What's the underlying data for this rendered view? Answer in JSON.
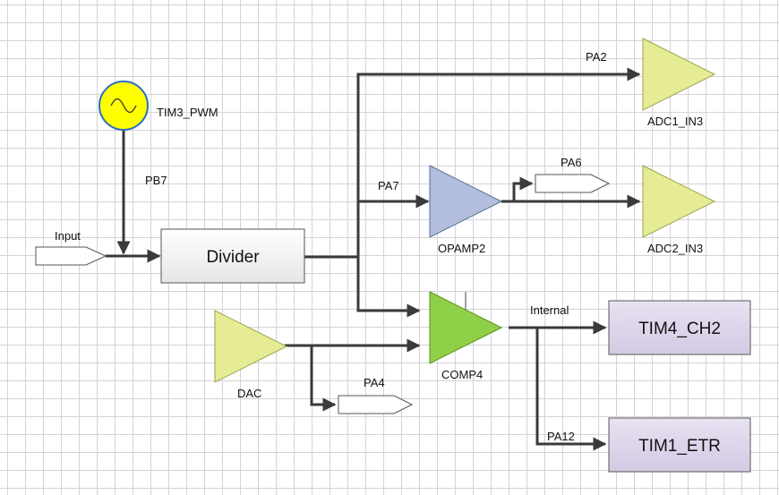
{
  "blocks": {
    "divider": "Divider",
    "tim4_ch2": "TIM4_CH2",
    "tim1_etr": "TIM1_ETR"
  },
  "components": {
    "tim3_pwm": "TIM3_PWM",
    "opamp2": "OPAMP2",
    "comp4": "COMP4",
    "dac": "DAC",
    "adc1": "ADC1_IN3",
    "adc2": "ADC2_IN3"
  },
  "ports": {
    "input": "Input"
  },
  "pins": {
    "pb7": "PB7",
    "pa2": "PA2",
    "pa7": "PA7",
    "pa6": "PA6",
    "pa4": "PA4",
    "pa12": "PA12",
    "internal": "Internal"
  },
  "colors": {
    "adc_fill": "#e6ec96",
    "opamp_fill": "#b3bddc",
    "comp_fill": "#8ed046",
    "dac_fill": "#e6ec96",
    "timer_block_fill": "#ddd6ea",
    "divider_fill": "#f2f2f2",
    "pwm_fill": "#ffff00"
  }
}
